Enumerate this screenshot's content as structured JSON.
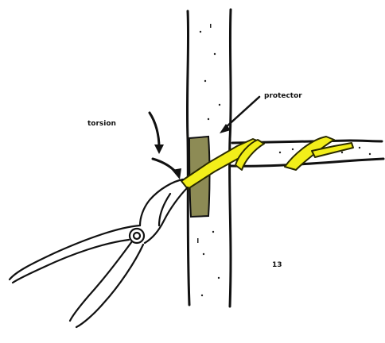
{
  "labels": {
    "torsion": "torsion",
    "protector": "protector",
    "figure_number": "13"
  },
  "colors": {
    "wire": "#f2ee1a",
    "wire_outline": "#2a2a00",
    "protector": "#8d8b55",
    "ink": "#111111",
    "background": "#ffffff"
  },
  "icons": {
    "tool": "pliers-icon",
    "arrow": "curved-arrow-icon"
  }
}
